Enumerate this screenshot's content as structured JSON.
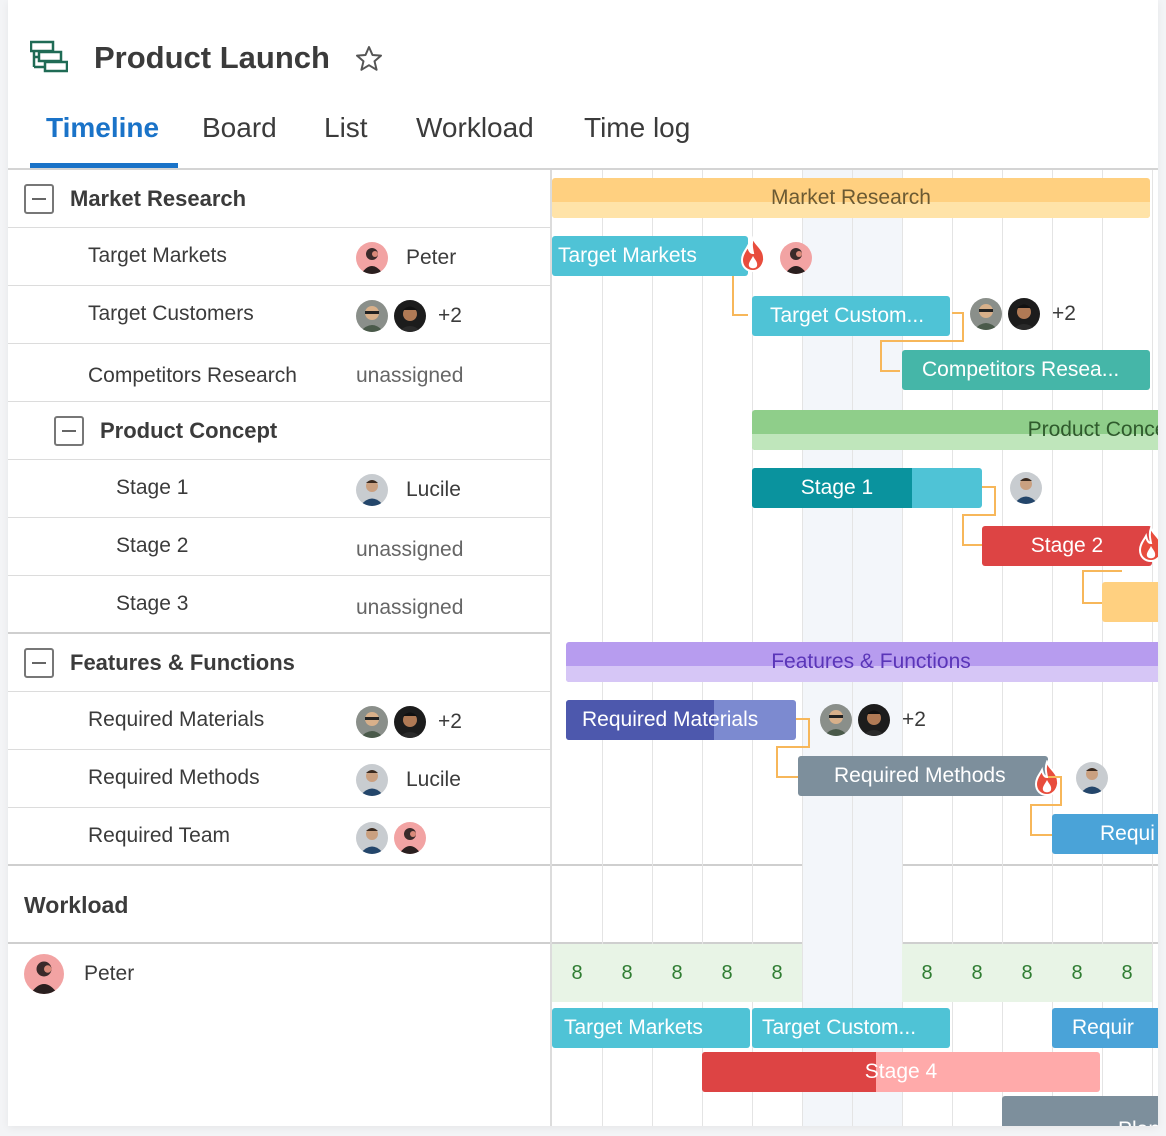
{
  "project": {
    "title": "Product Launch"
  },
  "tabs": [
    "Timeline",
    "Board",
    "List",
    "Workload",
    "Time log"
  ],
  "rows": [
    {
      "label": "Market Research",
      "type": "group",
      "assignee": ""
    },
    {
      "label": "Target Markets",
      "type": "task",
      "assignee": "Peter"
    },
    {
      "label": "Target Customers",
      "type": "task",
      "assignee": "+2"
    },
    {
      "label": "Competitors Research",
      "type": "task",
      "assignee": "unassigned"
    },
    {
      "label": "Product Concept",
      "type": "subgroup",
      "assignee": ""
    },
    {
      "label": "Stage 1",
      "type": "task",
      "assignee": "Lucile"
    },
    {
      "label": "Stage 2",
      "type": "task",
      "assignee": "unassigned"
    },
    {
      "label": "Stage 3",
      "type": "task",
      "assignee": "unassigned"
    },
    {
      "label": "Features & Functions",
      "type": "group",
      "assignee": ""
    },
    {
      "label": "Required Materials",
      "type": "task",
      "assignee": "+2"
    },
    {
      "label": "Required Methods",
      "type": "task",
      "assignee": "Lucile"
    },
    {
      "label": "Required Team",
      "type": "task",
      "assignee": ""
    }
  ],
  "timeline": {
    "summaries": [
      {
        "label": "Market Research"
      },
      {
        "label": "Product Concept"
      },
      {
        "label": "Features & Functions"
      }
    ],
    "bars": [
      {
        "label": "Target Markets",
        "progress": 1.0
      },
      {
        "label": "Target Custom...",
        "progress": 0
      },
      {
        "label": "Competitors Resea...",
        "progress": 0
      },
      {
        "label": "Stage 1",
        "progress": 0.7
      },
      {
        "label": "Stage 2",
        "progress": 0
      },
      {
        "label": "",
        "progress": 0
      },
      {
        "label": "Required Materials",
        "progress": 0.65
      },
      {
        "label": "Required Methods",
        "progress": 0
      },
      {
        "label": "Requi",
        "progress": 0
      }
    ],
    "plus_labels": [
      "+2",
      "+2"
    ]
  },
  "workload": {
    "title": "Workload",
    "person": "Peter",
    "hours": [
      "8",
      "8",
      "8",
      "8",
      "8",
      "",
      "",
      "8",
      "8",
      "8",
      "8",
      "8"
    ],
    "bars": [
      {
        "label": "Target Markets"
      },
      {
        "label": "Target Custom..."
      },
      {
        "label": "Requir"
      },
      {
        "label": "Stage 4"
      },
      {
        "label": "Plan"
      }
    ]
  },
  "colors": {
    "accent": "#1a73c8",
    "market_research": "#ffd080",
    "cyan": "#4fc3d6",
    "teal": "#45b6a8",
    "green": "#8fce8a",
    "stage1": "#0a939e",
    "red": "#dd4444",
    "purple": "#b79cef",
    "indigo": "#4d58ad",
    "slate": "#7d8f9c",
    "blue": "#4aa3d8",
    "hours_bg": "#e8f4e6"
  }
}
